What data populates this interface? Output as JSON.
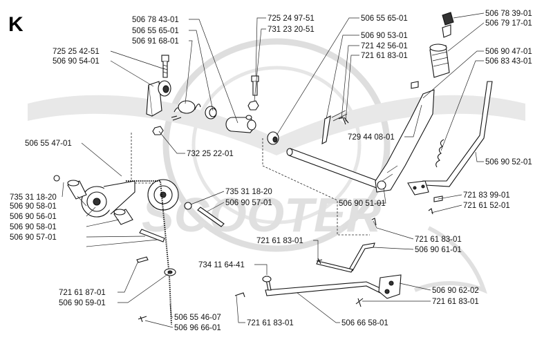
{
  "section_letter": "K",
  "watermark": {
    "word": "SCOOTER",
    "logo_text": "SCOOTER",
    "color": "#dcdcdc"
  },
  "labels": [
    "506 78 43-01",
    "506 55 65-01",
    "506 91 68-01",
    "725 24 97-51",
    "731 23 20-51",
    "725 25 42-51",
    "506 90 54-01",
    "506 55 65-01",
    "506 90 53-01",
    "721 42 56-01",
    "721 61 83-01",
    "506 78 39-01",
    "506 79 17-01",
    "506 90 47-01",
    "506 83 43-01",
    "729 44 08-01",
    "506 55 47-01",
    "732 25 22-01",
    "506 90 52-01",
    "735 31 18-20",
    "506 90 57-01",
    "735 31 18-20",
    "506 90 58-01",
    "506 90 56-01",
    "506 90 58-01",
    "506 90 57-01",
    "506 90 51-01",
    "721 83 99-01",
    "721 61 52-01",
    "721 61 83-01",
    "721 61 83-01",
    "506 90 61-01",
    "734 11 64-41",
    "721 61 87-01",
    "506 90 59-01",
    "506 90 62-02",
    "721 61 83-01",
    "506 55 46-07",
    "506 96 66-01",
    "721 61 83-01",
    "506 66 58-01"
  ]
}
